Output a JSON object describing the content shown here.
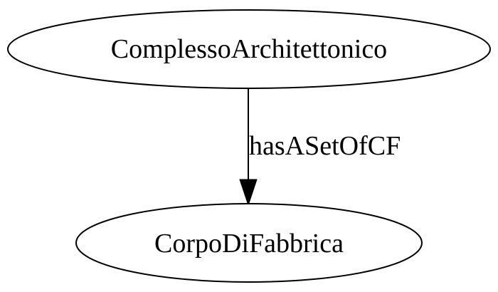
{
  "nodes": {
    "source": {
      "label": "ComplessoArchitettonico"
    },
    "target": {
      "label": "CorpoDiFabbrica"
    }
  },
  "edges": [
    {
      "from": "source",
      "to": "target",
      "label": "hasASetOfCF"
    }
  ],
  "colors": {
    "stroke": "#000000",
    "fill": "#ffffff",
    "text": "#000000"
  }
}
